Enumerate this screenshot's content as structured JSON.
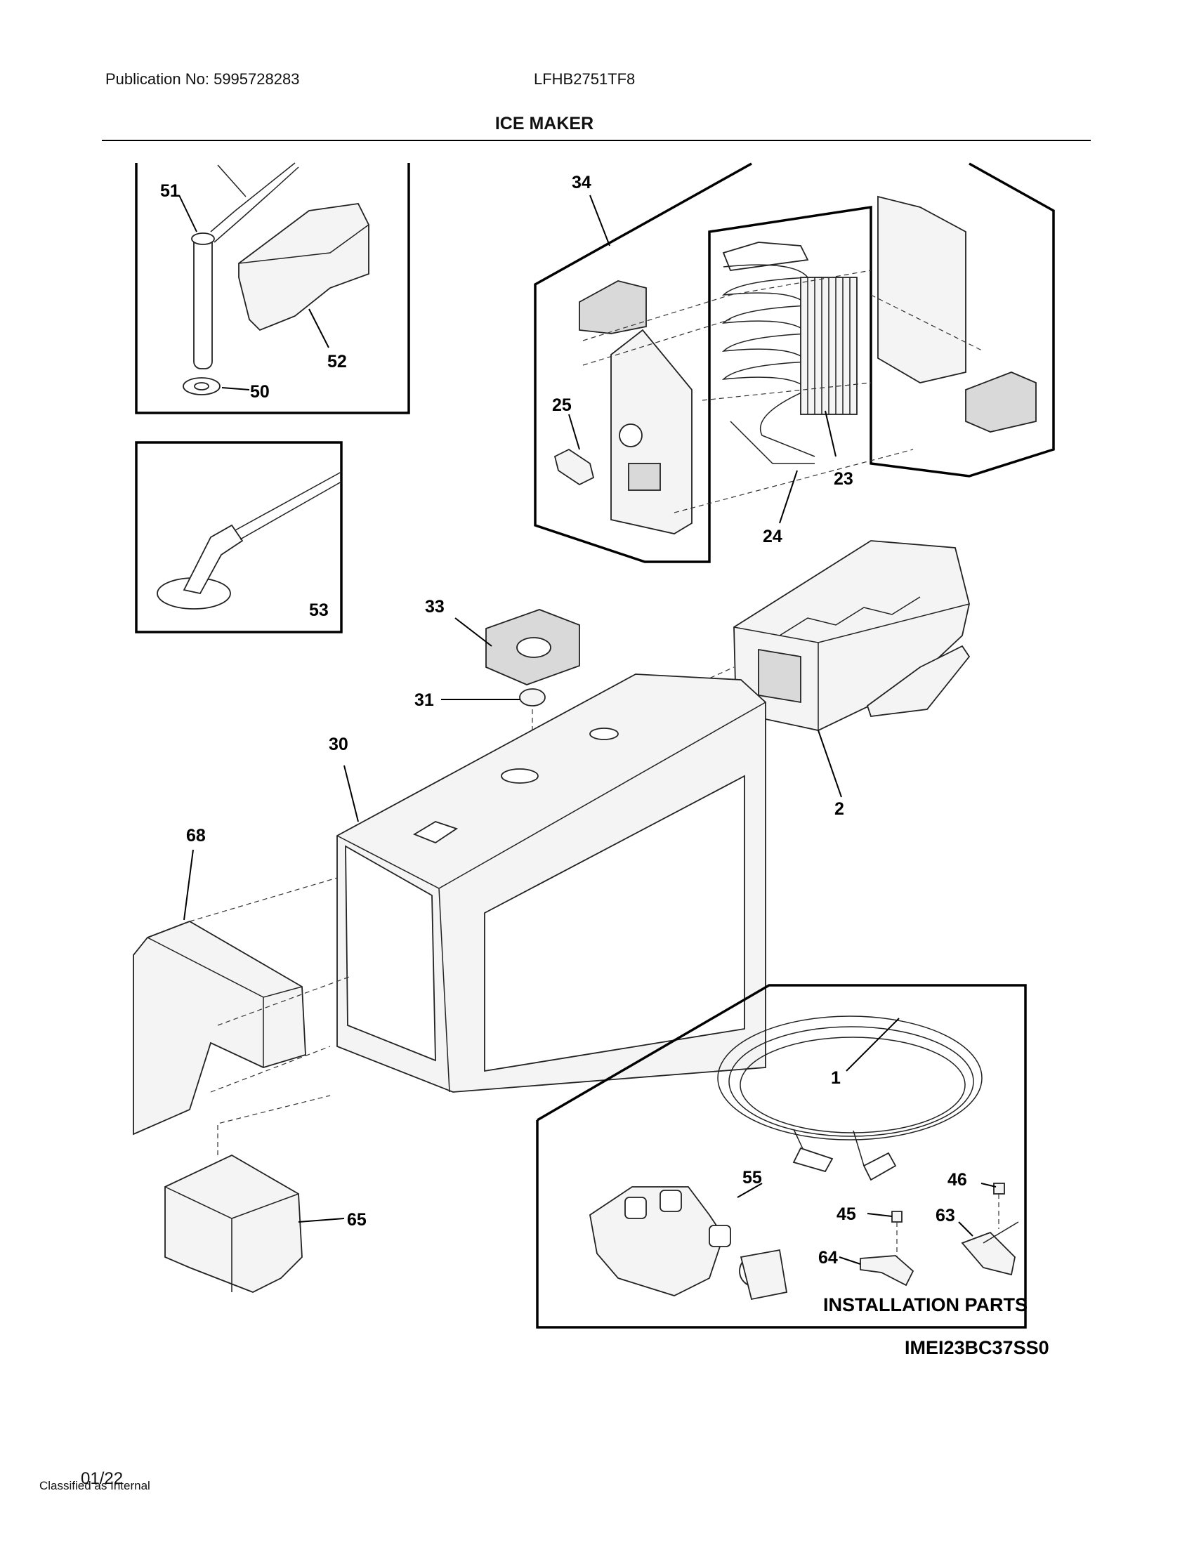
{
  "header": {
    "publication": "Publication No: 5995728283",
    "model": "LFHB2751TF8",
    "title": "ICE MAKER"
  },
  "callouts": {
    "p51": "51",
    "p52": "52",
    "p50": "50",
    "p53": "53",
    "p34": "34",
    "p25": "25",
    "p23": "23",
    "p24": "24",
    "p33": "33",
    "p31": "31",
    "p30": "30",
    "p2": "2",
    "p68": "68",
    "p1": "1",
    "p65": "65",
    "p55": "55",
    "p46": "46",
    "p45": "45",
    "p63": "63",
    "p64": "64"
  },
  "installation_label": "INSTALLATION PARTS",
  "diagram_code": "IMEI23BC37SS0",
  "footer": {
    "date": "01/22",
    "classification": "Classified as Internal"
  }
}
